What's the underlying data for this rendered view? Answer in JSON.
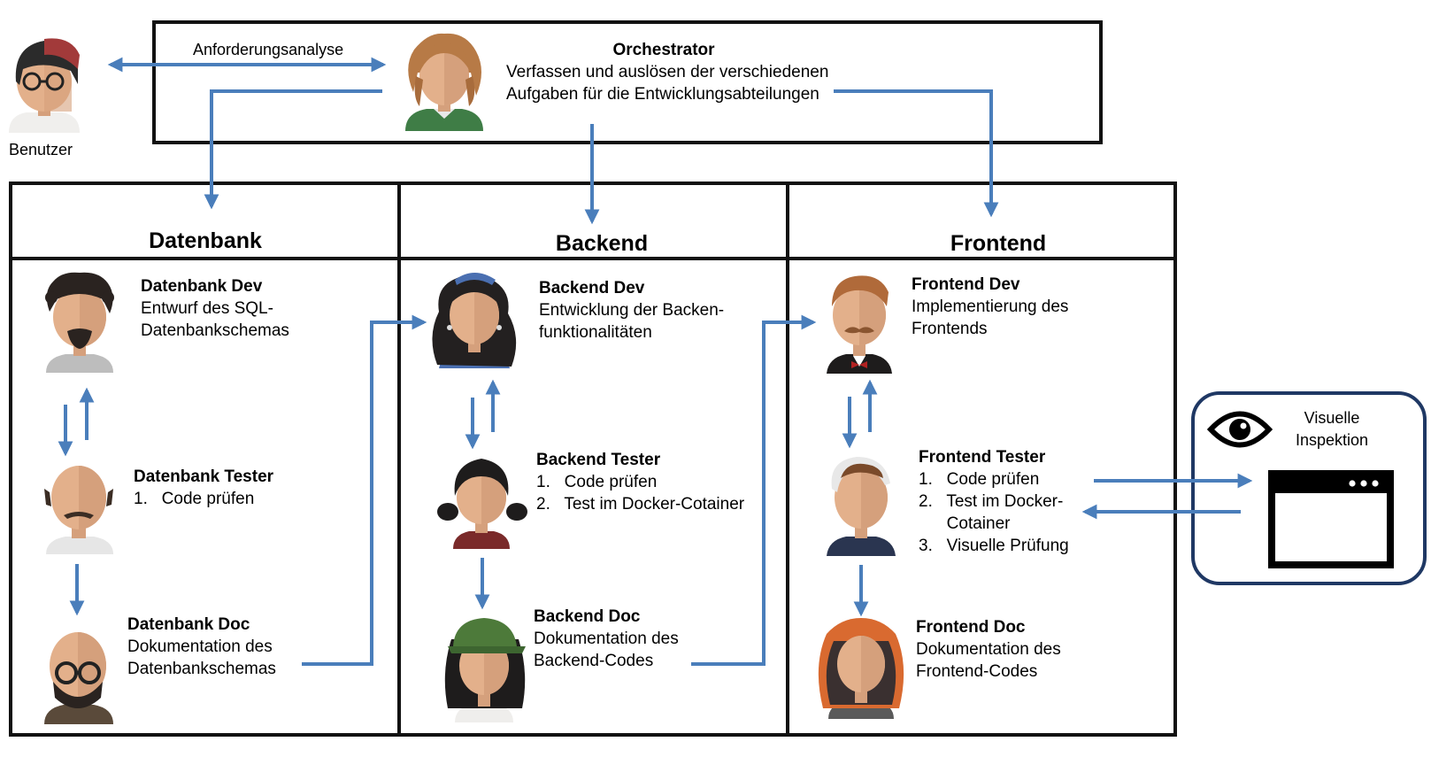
{
  "user": {
    "label": "Benutzer"
  },
  "requirements": {
    "label": "Anforderungsanalyse"
  },
  "orchestrator": {
    "title": "Orchestrator",
    "line1": "Verfassen und auslösen der verschiedenen",
    "line2": "Aufgaben für die Entwicklungsabteilungen"
  },
  "columns": [
    {
      "header": "Datenbank",
      "roles": [
        {
          "title": "Datenbank Dev",
          "lines": [
            "Entwurf des SQL-",
            "Datenbankschemas"
          ]
        },
        {
          "title": "Datenbank Tester",
          "lines": [
            "1.   Code prüfen"
          ]
        },
        {
          "title": "Datenbank Doc",
          "lines": [
            "Dokumentation des",
            "Datenbankschemas"
          ]
        }
      ]
    },
    {
      "header": "Backend",
      "roles": [
        {
          "title": "Backend Dev",
          "lines": [
            "Entwicklung der Backen-",
            "funktionalitäten"
          ]
        },
        {
          "title": "Backend Tester",
          "lines": [
            "1.   Code prüfen",
            "2.   Test im Docker-Cotainer"
          ]
        },
        {
          "title": "Backend Doc",
          "lines": [
            "Dokumentation des",
            "Backend-Codes"
          ]
        }
      ]
    },
    {
      "header": "Frontend",
      "roles": [
        {
          "title": "Frontend Dev",
          "lines": [
            "Implementierung des",
            "Frontends"
          ]
        },
        {
          "title": "Frontend Tester",
          "lines": [
            "1.   Code prüfen",
            "2.   Test im Docker-",
            "      Cotainer",
            "3.   Visuelle Prüfung"
          ]
        },
        {
          "title": "Frontend Doc",
          "lines": [
            "Dokumentation des",
            "Frontend-Codes"
          ]
        }
      ]
    }
  ],
  "visual_inspection": {
    "line1": "Visuelle",
    "line2": "Inspektion"
  },
  "colors": {
    "arrow": "#4a7ebb",
    "frame": "#111111",
    "rounded_frame": "#1f3864"
  }
}
